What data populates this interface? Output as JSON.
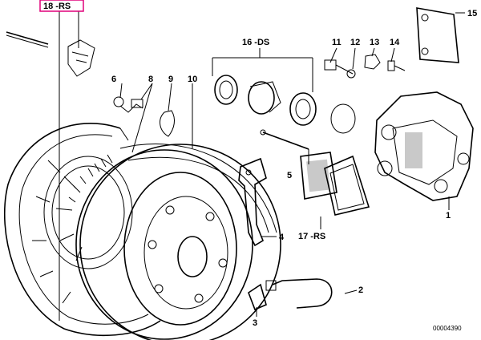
{
  "diagram": {
    "reference_number": "00004390",
    "highlight_color": "#e0007a",
    "labels": {
      "p18": "18 -RS",
      "p15": "15",
      "p16": "16 -DS",
      "p11": "11",
      "p12": "12",
      "p13": "13",
      "p14": "14",
      "p6": "6",
      "p8": "8",
      "p9": "9",
      "p10": "10",
      "p5": "5",
      "p1": "1",
      "p4": "4",
      "p17": "17 -RS",
      "p2": "2",
      "p3": "3"
    }
  }
}
